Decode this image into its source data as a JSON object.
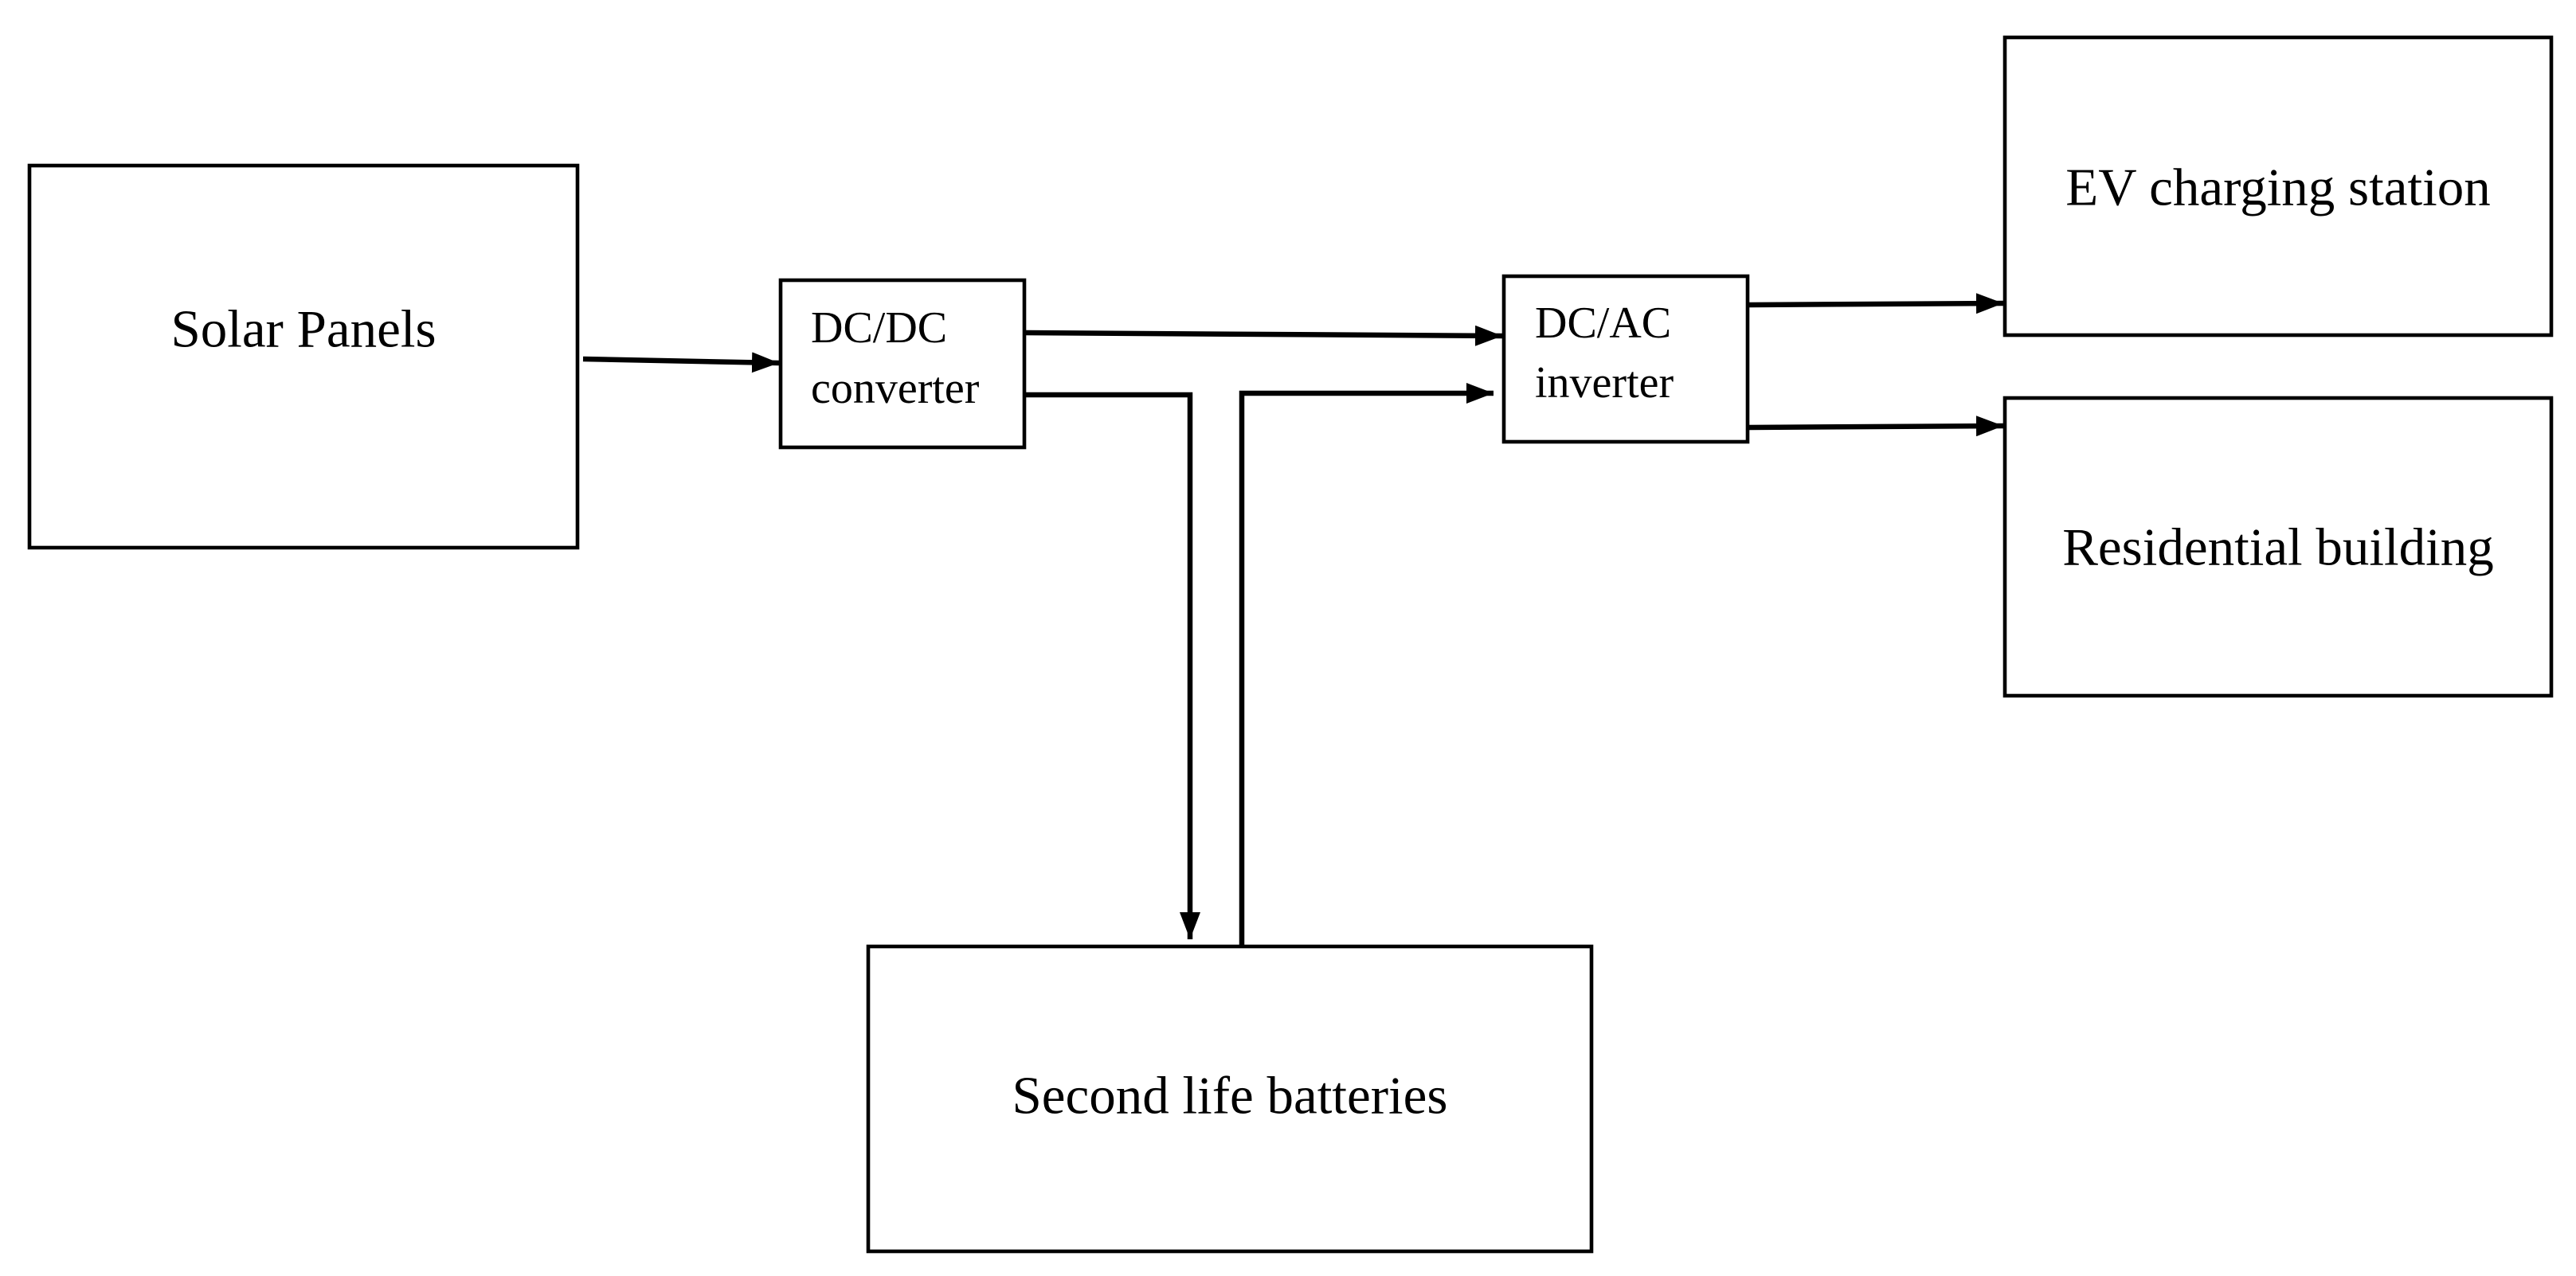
{
  "diagram": {
    "colors": {
      "stroke": "#000000",
      "background": "#ffffff"
    },
    "nodes": {
      "solar_panels": {
        "label": "Solar Panels"
      },
      "dc_dc_converter": {
        "label_line1": "DC/DC",
        "label_line2": "converter"
      },
      "dc_ac_inverter": {
        "label_line1": "DC/AC",
        "label_line2": "inverter"
      },
      "ev_charging_station": {
        "label": "EV charging station"
      },
      "residential_building": {
        "label": "Residential building"
      },
      "second_life_batteries": {
        "label": "Second life batteries"
      }
    },
    "connections": [
      {
        "from": "solar_panels",
        "to": "dc_dc_converter"
      },
      {
        "from": "dc_dc_converter",
        "to": "dc_ac_inverter"
      },
      {
        "from": "dc_dc_converter",
        "to": "second_life_batteries"
      },
      {
        "from": "second_life_batteries",
        "to": "dc_ac_inverter"
      },
      {
        "from": "dc_ac_inverter",
        "to": "ev_charging_station"
      },
      {
        "from": "dc_ac_inverter",
        "to": "residential_building"
      }
    ]
  }
}
